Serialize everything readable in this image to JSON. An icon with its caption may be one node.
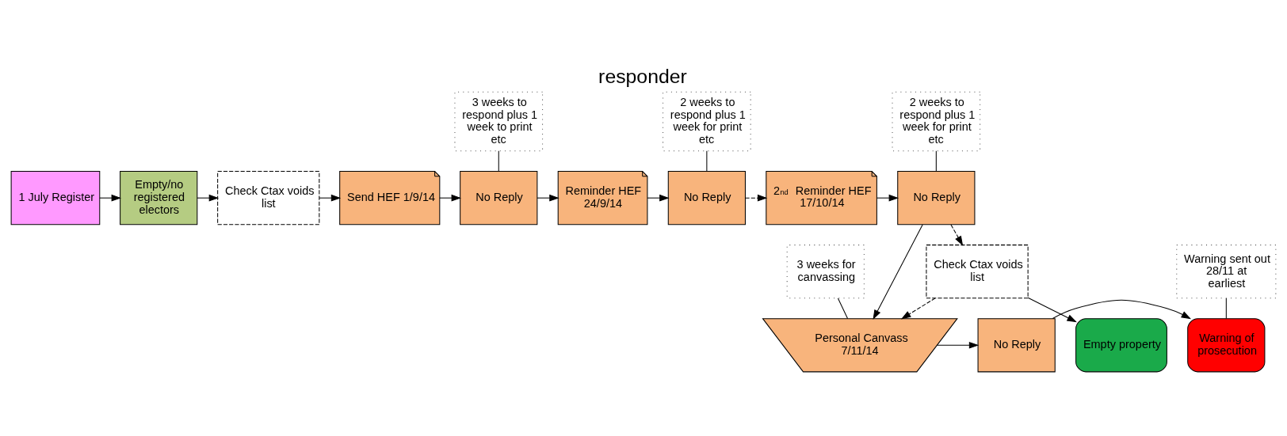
{
  "diagram": {
    "title": "responder",
    "nodes": [
      {
        "text": [
          "1 July Register"
        ]
      },
      {
        "text": [
          "Empty/no registered electors"
        ]
      },
      {
        "text": [
          "Check Ctax voids list"
        ]
      },
      {
        "text": [
          "Send HEF 1/9/14"
        ]
      },
      {
        "text": [
          "No Reply"
        ]
      },
      {
        "text": [
          "Reminder HEF 24/9/14"
        ]
      },
      {
        "text": [
          "No Reply"
        ]
      },
      {
        "text": [
          "2$^{nd}$ Reminder HEF 17/10/14"
        ]
      },
      {
        "text": [
          "No Reply"
        ]
      },
      {
        "text": [
          "Check Ctax voids list"
        ]
      },
      {
        "text": [
          "Empty property"
        ]
      },
      {
        "text": [
          "Personal Canvass 7/11/14"
        ]
      },
      {
        "text": [
          "No Reply"
        ]
      },
      {
        "text": [
          "Warning of prosecution"
        ]
      },
      {
        "text": [
          "3 weeks to respond plus 1 week to print etc"
        ]
      },
      {
        "text": [
          "2 weeks to respond plus 1 week for print etc"
        ]
      },
      {
        "text": [
          "2 weeks to respond plus 1 week for print etc"
        ]
      },
      {
        "text": [
          "3 weeks for canvassing"
        ]
      },
      {
        "text": [
          "Warning sent out 28/11 at earliest"
        ]
      }
    ],
    "edges": [
      {
        "from": 0,
        "to": 1,
        "arrow": "to"
      },
      {
        "from": 1,
        "to": 2,
        "arrow": "to"
      },
      {
        "from": 2,
        "to": 3,
        "arrow": "to"
      },
      {
        "from": 3,
        "to": 4,
        "arrow": "to"
      },
      {
        "from": 4,
        "to": 5,
        "arrow": "to"
      },
      {
        "from": 5,
        "to": 6,
        "arrow": "to"
      },
      {
        "from": 6,
        "to": 7,
        "arrow": "to",
        "style": "dashed"
      },
      {
        "from": 7,
        "to": 8,
        "arrow": "to"
      },
      {
        "from": 8,
        "to": 9,
        "arrow": "to",
        "style": "dashed"
      },
      {
        "from": 8,
        "to": 11,
        "arrow": "to"
      },
      {
        "from": 9,
        "to": 11,
        "arrow": "to",
        "style": "dashed"
      },
      {
        "from": 9,
        "to": 10,
        "arrow": "to"
      },
      {
        "from": 11,
        "to": 12,
        "arrow": "to"
      },
      {
        "from": 12,
        "to": 13,
        "arrow": "to"
      },
      {
        "from": 14,
        "to": 4,
        "arrow": "none"
      },
      {
        "from": 15,
        "to": 6,
        "arrow": "none"
      },
      {
        "from": 16,
        "to": 8,
        "arrow": "none"
      },
      {
        "from": 17,
        "to": 11,
        "arrow": "none"
      },
      {
        "from": 18,
        "to": 13,
        "arrow": "none"
      }
    ]
  }
}
